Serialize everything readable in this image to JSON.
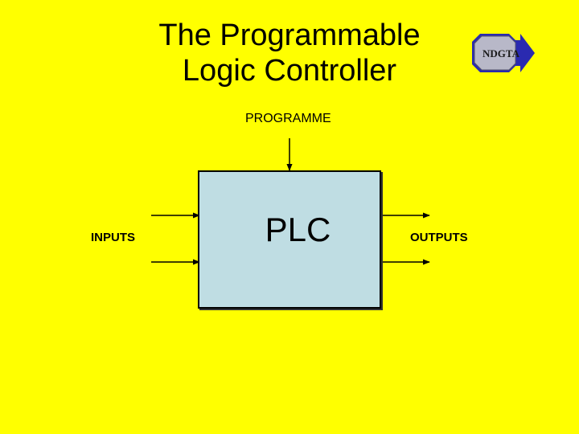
{
  "slide": {
    "title_line1": "The Programmable",
    "title_line2": "Logic Controller",
    "background_color": "#FFFF00"
  },
  "logo": {
    "text": "NDGTA",
    "icon": "arrow-badge-icon",
    "colors": {
      "badge": "#B8B8C8",
      "text": "#1A1A1A",
      "arrow": "#2A2AB0"
    }
  },
  "diagram": {
    "programme_label": "PROGRAMME",
    "inputs_label": "INPUTS",
    "outputs_label": "OUTPUTS",
    "plc_label": "PLC",
    "box_color": "#BFDDE3"
  }
}
